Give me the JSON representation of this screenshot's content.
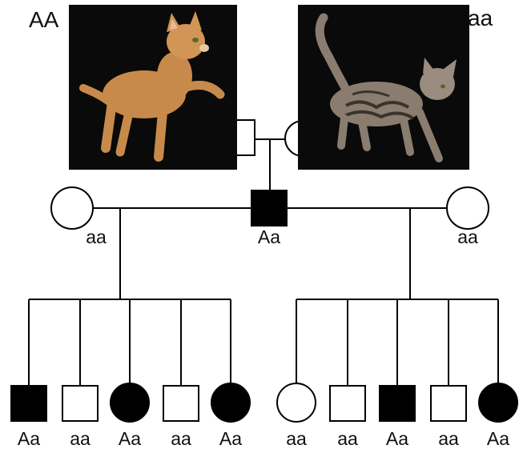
{
  "parents": {
    "sire": {
      "genotype": "AA",
      "sex": "male",
      "affected": false,
      "photo": "ginger-cat"
    },
    "dam": {
      "genotype": "aa",
      "sex": "female",
      "affected": false,
      "photo": "tabby-cat"
    }
  },
  "generation2": {
    "left_mate": {
      "genotype": "aa",
      "sex": "female",
      "affected": false
    },
    "carrier_male": {
      "genotype": "Aa",
      "sex": "male",
      "affected": true
    },
    "right_mate": {
      "genotype": "aa",
      "sex": "female",
      "affected": false
    }
  },
  "generation3": {
    "left_family": [
      {
        "genotype": "Aa",
        "sex": "male",
        "affected": true
      },
      {
        "genotype": "aa",
        "sex": "male",
        "affected": false
      },
      {
        "genotype": "Aa",
        "sex": "female",
        "affected": true
      },
      {
        "genotype": "aa",
        "sex": "male",
        "affected": false
      },
      {
        "genotype": "Aa",
        "sex": "female",
        "affected": true
      }
    ],
    "right_family": [
      {
        "genotype": "aa",
        "sex": "female",
        "affected": false
      },
      {
        "genotype": "aa",
        "sex": "male",
        "affected": false
      },
      {
        "genotype": "Aa",
        "sex": "male",
        "affected": true
      },
      {
        "genotype": "aa",
        "sex": "male",
        "affected": false
      },
      {
        "genotype": "Aa",
        "sex": "female",
        "affected": true
      }
    ]
  },
  "colors": {
    "line": "#000000",
    "affected_fill": "#000000",
    "unaffected_fill": "#ffffff",
    "photo_background": "#0a0a0a",
    "ginger_fur": "#c88a4a",
    "tabby_fur": "#8a7d70"
  }
}
